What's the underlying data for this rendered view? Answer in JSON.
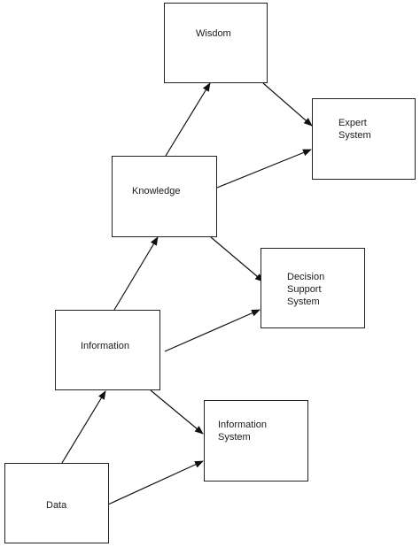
{
  "nodes": {
    "wisdom": {
      "label": "Wisdom"
    },
    "expert_system": {
      "label": "Expert\nSystem"
    },
    "knowledge": {
      "label": "Knowledge"
    },
    "decision_support_system": {
      "label": "Decision\nSupport\nSystem"
    },
    "information": {
      "label": "Information"
    },
    "information_system": {
      "label": "Information\nSystem"
    },
    "data": {
      "label": "Data"
    }
  },
  "edges": [
    {
      "from": "data",
      "to": "information"
    },
    {
      "from": "data",
      "to": "information_system"
    },
    {
      "from": "information",
      "to": "knowledge"
    },
    {
      "from": "information",
      "to": "decision_support_system"
    },
    {
      "from": "information",
      "to": "information_system"
    },
    {
      "from": "knowledge",
      "to": "wisdom"
    },
    {
      "from": "knowledge",
      "to": "expert_system"
    },
    {
      "from": "knowledge",
      "to": "decision_support_system"
    },
    {
      "from": "wisdom",
      "to": "expert_system"
    }
  ]
}
